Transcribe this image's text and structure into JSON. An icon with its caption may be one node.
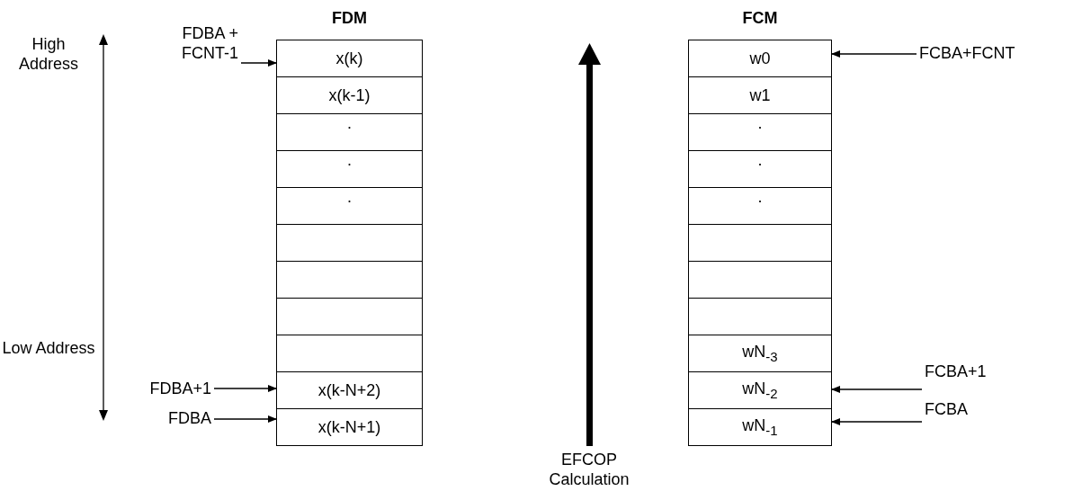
{
  "diagram": {
    "nodes": [
      {
        "text": [
          "FDBA + FCNT-1"
        ]
      },
      {
        "text": [
          "FDM"
        ]
      },
      {
        "text": [
          "x(k)"
        ],
        "in": 1
      },
      {
        "text": [
          "x(k-1)"
        ],
        "in": 1
      },
      {
        "text": [
          "."
        ],
        "in": 1
      },
      {
        "text": [
          "."
        ],
        "in": 1
      },
      {
        "text": [
          "."
        ],
        "in": 1
      },
      {
        "text": [],
        "shape": "box",
        "in": 1
      },
      {
        "text": [],
        "shape": "box",
        "in": 1
      },
      {
        "text": [],
        "shape": "box",
        "in": 1
      },
      {
        "text": [],
        "shape": "box",
        "in": 1
      },
      {
        "text": [
          "x(k-N+2)"
        ],
        "in": 1
      },
      {
        "text": [
          "x(k-N+1)"
        ],
        "in": 1
      },
      {
        "text": [
          "FCM"
        ]
      },
      {
        "text": [
          "w0"
        ],
        "in": 13
      },
      {
        "text": [
          "w1"
        ],
        "in": 13
      },
      {
        "text": [
          "."
        ],
        "in": 13
      },
      {
        "text": [
          "."
        ],
        "in": 13
      },
      {
        "text": [
          "."
        ],
        "in": 13
      },
      {
        "text": [],
        "shape": "box",
        "in": 13
      },
      {
        "text": [],
        "shape": "box",
        "in": 13
      },
      {
        "text": [],
        "shape": "box",
        "in": 13
      },
      {
        "text": [
          "wN$_{-3}$"
        ],
        "in": 13
      },
      {
        "text": [
          "wN$_{-2}$"
        ],
        "in": 13
      },
      {
        "text": [
          "wN$_{-1}$"
        ],
        "in": 13
      },
      {
        "text": [
          "FCBA+FCNT"
        ]
      },
      {
        "text": [
          "FDBA+1"
        ]
      },
      {
        "text": [
          "FDBA"
        ]
      },
      {
        "text": [
          "FCBA+1"
        ]
      },
      {
        "text": [
          "FCBA"
        ]
      }
    ],
    "edges": [
      {
        "from": 0,
        "to": 2,
        "arrow": "to"
      },
      {
        "from": 25,
        "to": 14,
        "arrow": "to"
      },
      {
        "from": 26,
        "to": 11,
        "arrow": "to"
      },
      {
        "from": 27,
        "to": 12,
        "arrow": "to"
      },
      {
        "from": 28,
        "to": 23,
        "arrow": "to"
      },
      {
        "from": 29,
        "to": 24,
        "arrow": "to"
      }
    ],
    "labels": [
      "High Address",
      "Low Address",
      "EFCOP Calculation"
    ]
  }
}
